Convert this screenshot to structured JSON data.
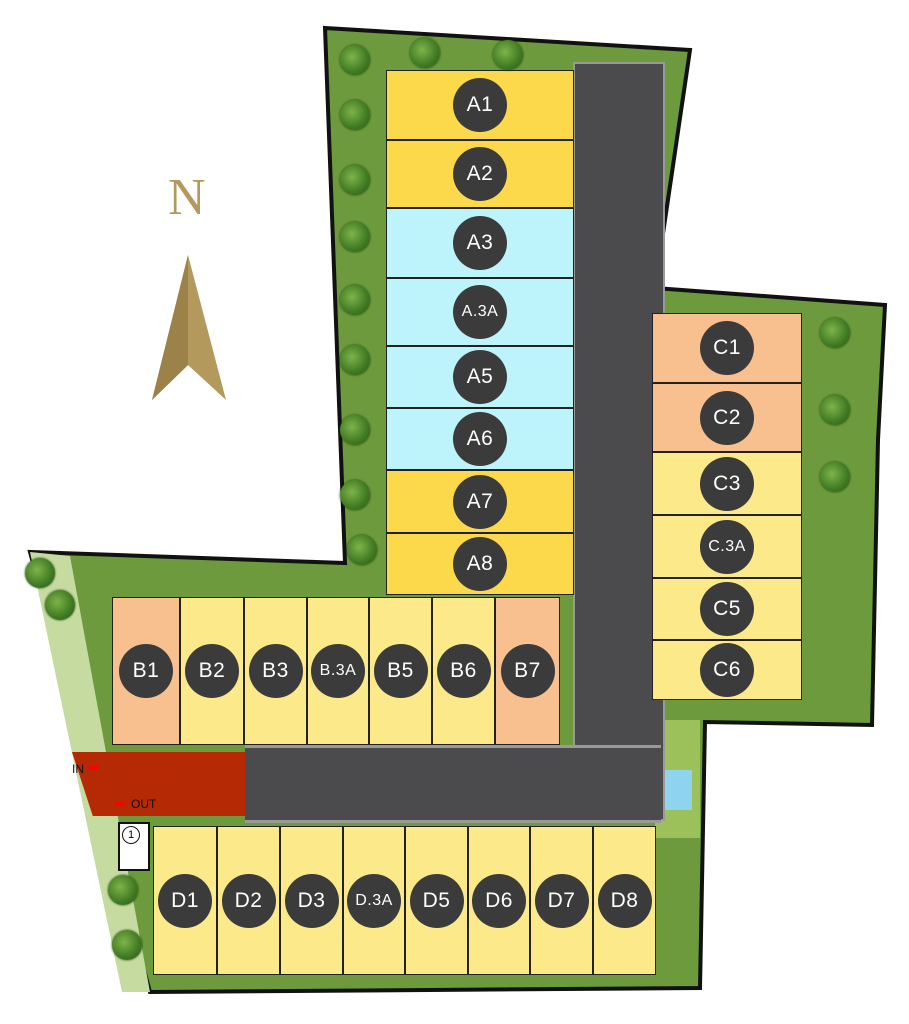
{
  "compass": {
    "label": "N"
  },
  "colors": {
    "gold": "#fcd94a",
    "blue": "#bdf3fb",
    "salmon": "#f8c08f",
    "pale_yellow": "#fbe98a",
    "badge": "#3b3b3b",
    "road": "#4b4b4d",
    "entrance": "#b52a05",
    "compass": "#b39a5c"
  },
  "block_a": [
    {
      "label": "A1",
      "color": "gold"
    },
    {
      "label": "A2",
      "color": "gold"
    },
    {
      "label": "A3",
      "color": "blue"
    },
    {
      "label": "A.3A",
      "color": "blue"
    },
    {
      "label": "A5",
      "color": "blue"
    },
    {
      "label": "A6",
      "color": "blue"
    },
    {
      "label": "A7",
      "color": "gold"
    },
    {
      "label": "A8",
      "color": "gold"
    }
  ],
  "block_b": [
    {
      "label": "B1",
      "color": "salmon"
    },
    {
      "label": "B2",
      "color": "pale_yellow"
    },
    {
      "label": "B3",
      "color": "pale_yellow"
    },
    {
      "label": "B.3A",
      "color": "pale_yellow"
    },
    {
      "label": "B5",
      "color": "pale_yellow"
    },
    {
      "label": "B6",
      "color": "pale_yellow"
    },
    {
      "label": "B7",
      "color": "salmon"
    }
  ],
  "block_c": [
    {
      "label": "C1",
      "color": "salmon"
    },
    {
      "label": "C2",
      "color": "salmon"
    },
    {
      "label": "C3",
      "color": "pale_yellow"
    },
    {
      "label": "C.3A",
      "color": "pale_yellow"
    },
    {
      "label": "C5",
      "color": "pale_yellow"
    },
    {
      "label": "C6",
      "color": "pale_yellow"
    }
  ],
  "block_d": [
    {
      "label": "D1",
      "color": "pale_yellow"
    },
    {
      "label": "D2",
      "color": "pale_yellow"
    },
    {
      "label": "D3",
      "color": "pale_yellow"
    },
    {
      "label": "D.3A",
      "color": "pale_yellow"
    },
    {
      "label": "D5",
      "color": "pale_yellow"
    },
    {
      "label": "D6",
      "color": "pale_yellow"
    },
    {
      "label": "D7",
      "color": "pale_yellow"
    },
    {
      "label": "D8",
      "color": "pale_yellow"
    }
  ],
  "entrance": {
    "in_label": "IN",
    "out_label": "OUT"
  },
  "guard_post": {
    "number": "1"
  }
}
